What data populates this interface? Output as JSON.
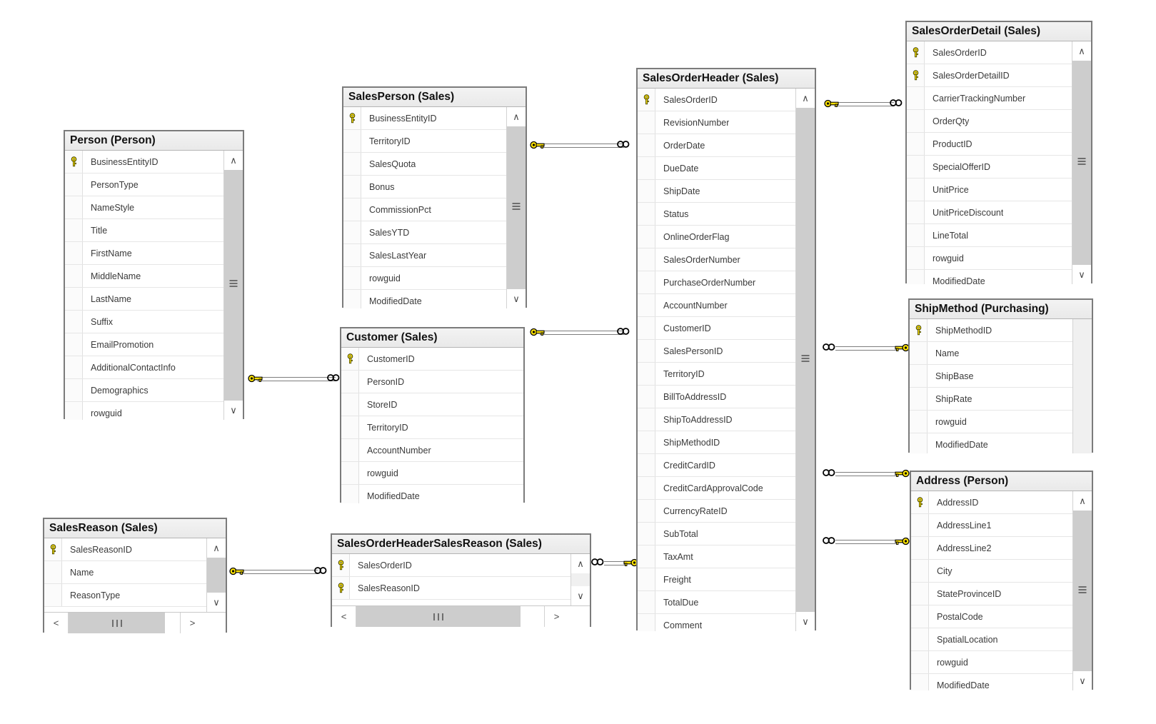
{
  "diagram": {
    "title": "AdventureWorks Sales Database Diagram",
    "type": "er-diagram",
    "tool": "sql-server-database-diagram"
  },
  "colors": {
    "key_fill": "#ffe400",
    "key_stroke": "#000000",
    "table_border": "#7b7b7b",
    "title_text": "#111111",
    "field_text": "#3a3a3a",
    "connector": "#7d7d7d",
    "scroll_thumb": "#cdcdcd",
    "scroll_track": "#f0f0f0"
  },
  "icons": {
    "key": "primary-key-icon",
    "scroll_up": "∧",
    "scroll_down": "∨",
    "scroll_left": "<",
    "scroll_right": ">",
    "many": "∞"
  },
  "tables": [
    {
      "id": "person",
      "title": "Person (Person)",
      "fields": [
        {
          "name": "BusinessEntityID",
          "key": true
        },
        {
          "name": "PersonType",
          "key": false
        },
        {
          "name": "NameStyle",
          "key": false
        },
        {
          "name": "Title",
          "key": false
        },
        {
          "name": "FirstName",
          "key": false
        },
        {
          "name": "MiddleName",
          "key": false
        },
        {
          "name": "LastName",
          "key": false
        },
        {
          "name": "Suffix",
          "key": false
        },
        {
          "name": "EmailPromotion",
          "key": false
        },
        {
          "name": "AdditionalContactInfo",
          "key": false
        },
        {
          "name": "Demographics",
          "key": false
        },
        {
          "name": "rowguid",
          "key": false
        }
      ]
    },
    {
      "id": "salesperson",
      "title": "SalesPerson (Sales)",
      "fields": [
        {
          "name": "BusinessEntityID",
          "key": true
        },
        {
          "name": "TerritoryID",
          "key": false
        },
        {
          "name": "SalesQuota",
          "key": false
        },
        {
          "name": "Bonus",
          "key": false
        },
        {
          "name": "CommissionPct",
          "key": false
        },
        {
          "name": "SalesYTD",
          "key": false
        },
        {
          "name": "SalesLastYear",
          "key": false
        },
        {
          "name": "rowguid",
          "key": false
        },
        {
          "name": "ModifiedDate",
          "key": false
        }
      ]
    },
    {
      "id": "customer",
      "title": "Customer (Sales)",
      "fields": [
        {
          "name": "CustomerID",
          "key": true
        },
        {
          "name": "PersonID",
          "key": false
        },
        {
          "name": "StoreID",
          "key": false
        },
        {
          "name": "TerritoryID",
          "key": false
        },
        {
          "name": "AccountNumber",
          "key": false
        },
        {
          "name": "rowguid",
          "key": false
        },
        {
          "name": "ModifiedDate",
          "key": false
        }
      ]
    },
    {
      "id": "salesorderheader",
      "title": "SalesOrderHeader (Sales)",
      "fields": [
        {
          "name": "SalesOrderID",
          "key": true
        },
        {
          "name": "RevisionNumber",
          "key": false
        },
        {
          "name": "OrderDate",
          "key": false
        },
        {
          "name": "DueDate",
          "key": false
        },
        {
          "name": "ShipDate",
          "key": false
        },
        {
          "name": "Status",
          "key": false
        },
        {
          "name": "OnlineOrderFlag",
          "key": false
        },
        {
          "name": "SalesOrderNumber",
          "key": false
        },
        {
          "name": "PurchaseOrderNumber",
          "key": false
        },
        {
          "name": "AccountNumber",
          "key": false
        },
        {
          "name": "CustomerID",
          "key": false
        },
        {
          "name": "SalesPersonID",
          "key": false
        },
        {
          "name": "TerritoryID",
          "key": false
        },
        {
          "name": "BillToAddressID",
          "key": false
        },
        {
          "name": "ShipToAddressID",
          "key": false
        },
        {
          "name": "ShipMethodID",
          "key": false
        },
        {
          "name": "CreditCardID",
          "key": false
        },
        {
          "name": "CreditCardApprovalCode",
          "key": false
        },
        {
          "name": "CurrencyRateID",
          "key": false
        },
        {
          "name": "SubTotal",
          "key": false
        },
        {
          "name": "TaxAmt",
          "key": false
        },
        {
          "name": "Freight",
          "key": false
        },
        {
          "name": "TotalDue",
          "key": false
        },
        {
          "name": "Comment",
          "key": false
        }
      ]
    },
    {
      "id": "salesorderdetail",
      "title": "SalesOrderDetail (Sales)",
      "fields": [
        {
          "name": "SalesOrderID",
          "key": true
        },
        {
          "name": "SalesOrderDetailID",
          "key": true
        },
        {
          "name": "CarrierTrackingNumber",
          "key": false
        },
        {
          "name": "OrderQty",
          "key": false
        },
        {
          "name": "ProductID",
          "key": false
        },
        {
          "name": "SpecialOfferID",
          "key": false
        },
        {
          "name": "UnitPrice",
          "key": false
        },
        {
          "name": "UnitPriceDiscount",
          "key": false
        },
        {
          "name": "LineTotal",
          "key": false
        },
        {
          "name": "rowguid",
          "key": false
        },
        {
          "name": "ModifiedDate",
          "key": false
        }
      ]
    },
    {
      "id": "shipmethod",
      "title": "ShipMethod (Purchasing)",
      "fields": [
        {
          "name": "ShipMethodID",
          "key": true
        },
        {
          "name": "Name",
          "key": false
        },
        {
          "name": "ShipBase",
          "key": false
        },
        {
          "name": "ShipRate",
          "key": false
        },
        {
          "name": "rowguid",
          "key": false
        },
        {
          "name": "ModifiedDate",
          "key": false
        }
      ]
    },
    {
      "id": "address",
      "title": "Address (Person)",
      "fields": [
        {
          "name": "AddressID",
          "key": true
        },
        {
          "name": "AddressLine1",
          "key": false
        },
        {
          "name": "AddressLine2",
          "key": false
        },
        {
          "name": "City",
          "key": false
        },
        {
          "name": "StateProvinceID",
          "key": false
        },
        {
          "name": "PostalCode",
          "key": false
        },
        {
          "name": "SpatialLocation",
          "key": false
        },
        {
          "name": "rowguid",
          "key": false
        },
        {
          "name": "ModifiedDate",
          "key": false
        }
      ]
    },
    {
      "id": "salesreason",
      "title": "SalesReason (Sales)",
      "fields": [
        {
          "name": "SalesReasonID",
          "key": true
        },
        {
          "name": "Name",
          "key": false
        },
        {
          "name": "ReasonType",
          "key": false
        }
      ]
    },
    {
      "id": "soh_salesreason",
      "title": "SalesOrderHeaderSalesReason (Sales)",
      "fields": [
        {
          "name": "SalesOrderID",
          "key": true
        },
        {
          "name": "SalesReasonID",
          "key": true
        }
      ]
    }
  ],
  "relationships": [
    {
      "from": "person",
      "to": "customer",
      "from_card": "one",
      "to_card": "many"
    },
    {
      "from": "salesperson",
      "to": "salesorderheader",
      "from_card": "one",
      "to_card": "many"
    },
    {
      "from": "customer",
      "to": "salesorderheader",
      "from_card": "one",
      "to_card": "many"
    },
    {
      "from": "salesorderheader",
      "to": "salesorderdetail",
      "from_card": "one",
      "to_card": "many"
    },
    {
      "from": "shipmethod",
      "to": "salesorderheader",
      "from_card": "one",
      "to_card": "many"
    },
    {
      "from": "address",
      "to": "salesorderheader",
      "from_card": "one",
      "to_card": "many"
    },
    {
      "from": "address",
      "to": "salesorderheader",
      "from_card": "one",
      "to_card": "many"
    },
    {
      "from": "salesreason",
      "to": "soh_salesreason",
      "from_card": "one",
      "to_card": "many"
    },
    {
      "from": "salesorderheader",
      "to": "soh_salesreason",
      "from_card": "one",
      "to_card": "many"
    }
  ]
}
